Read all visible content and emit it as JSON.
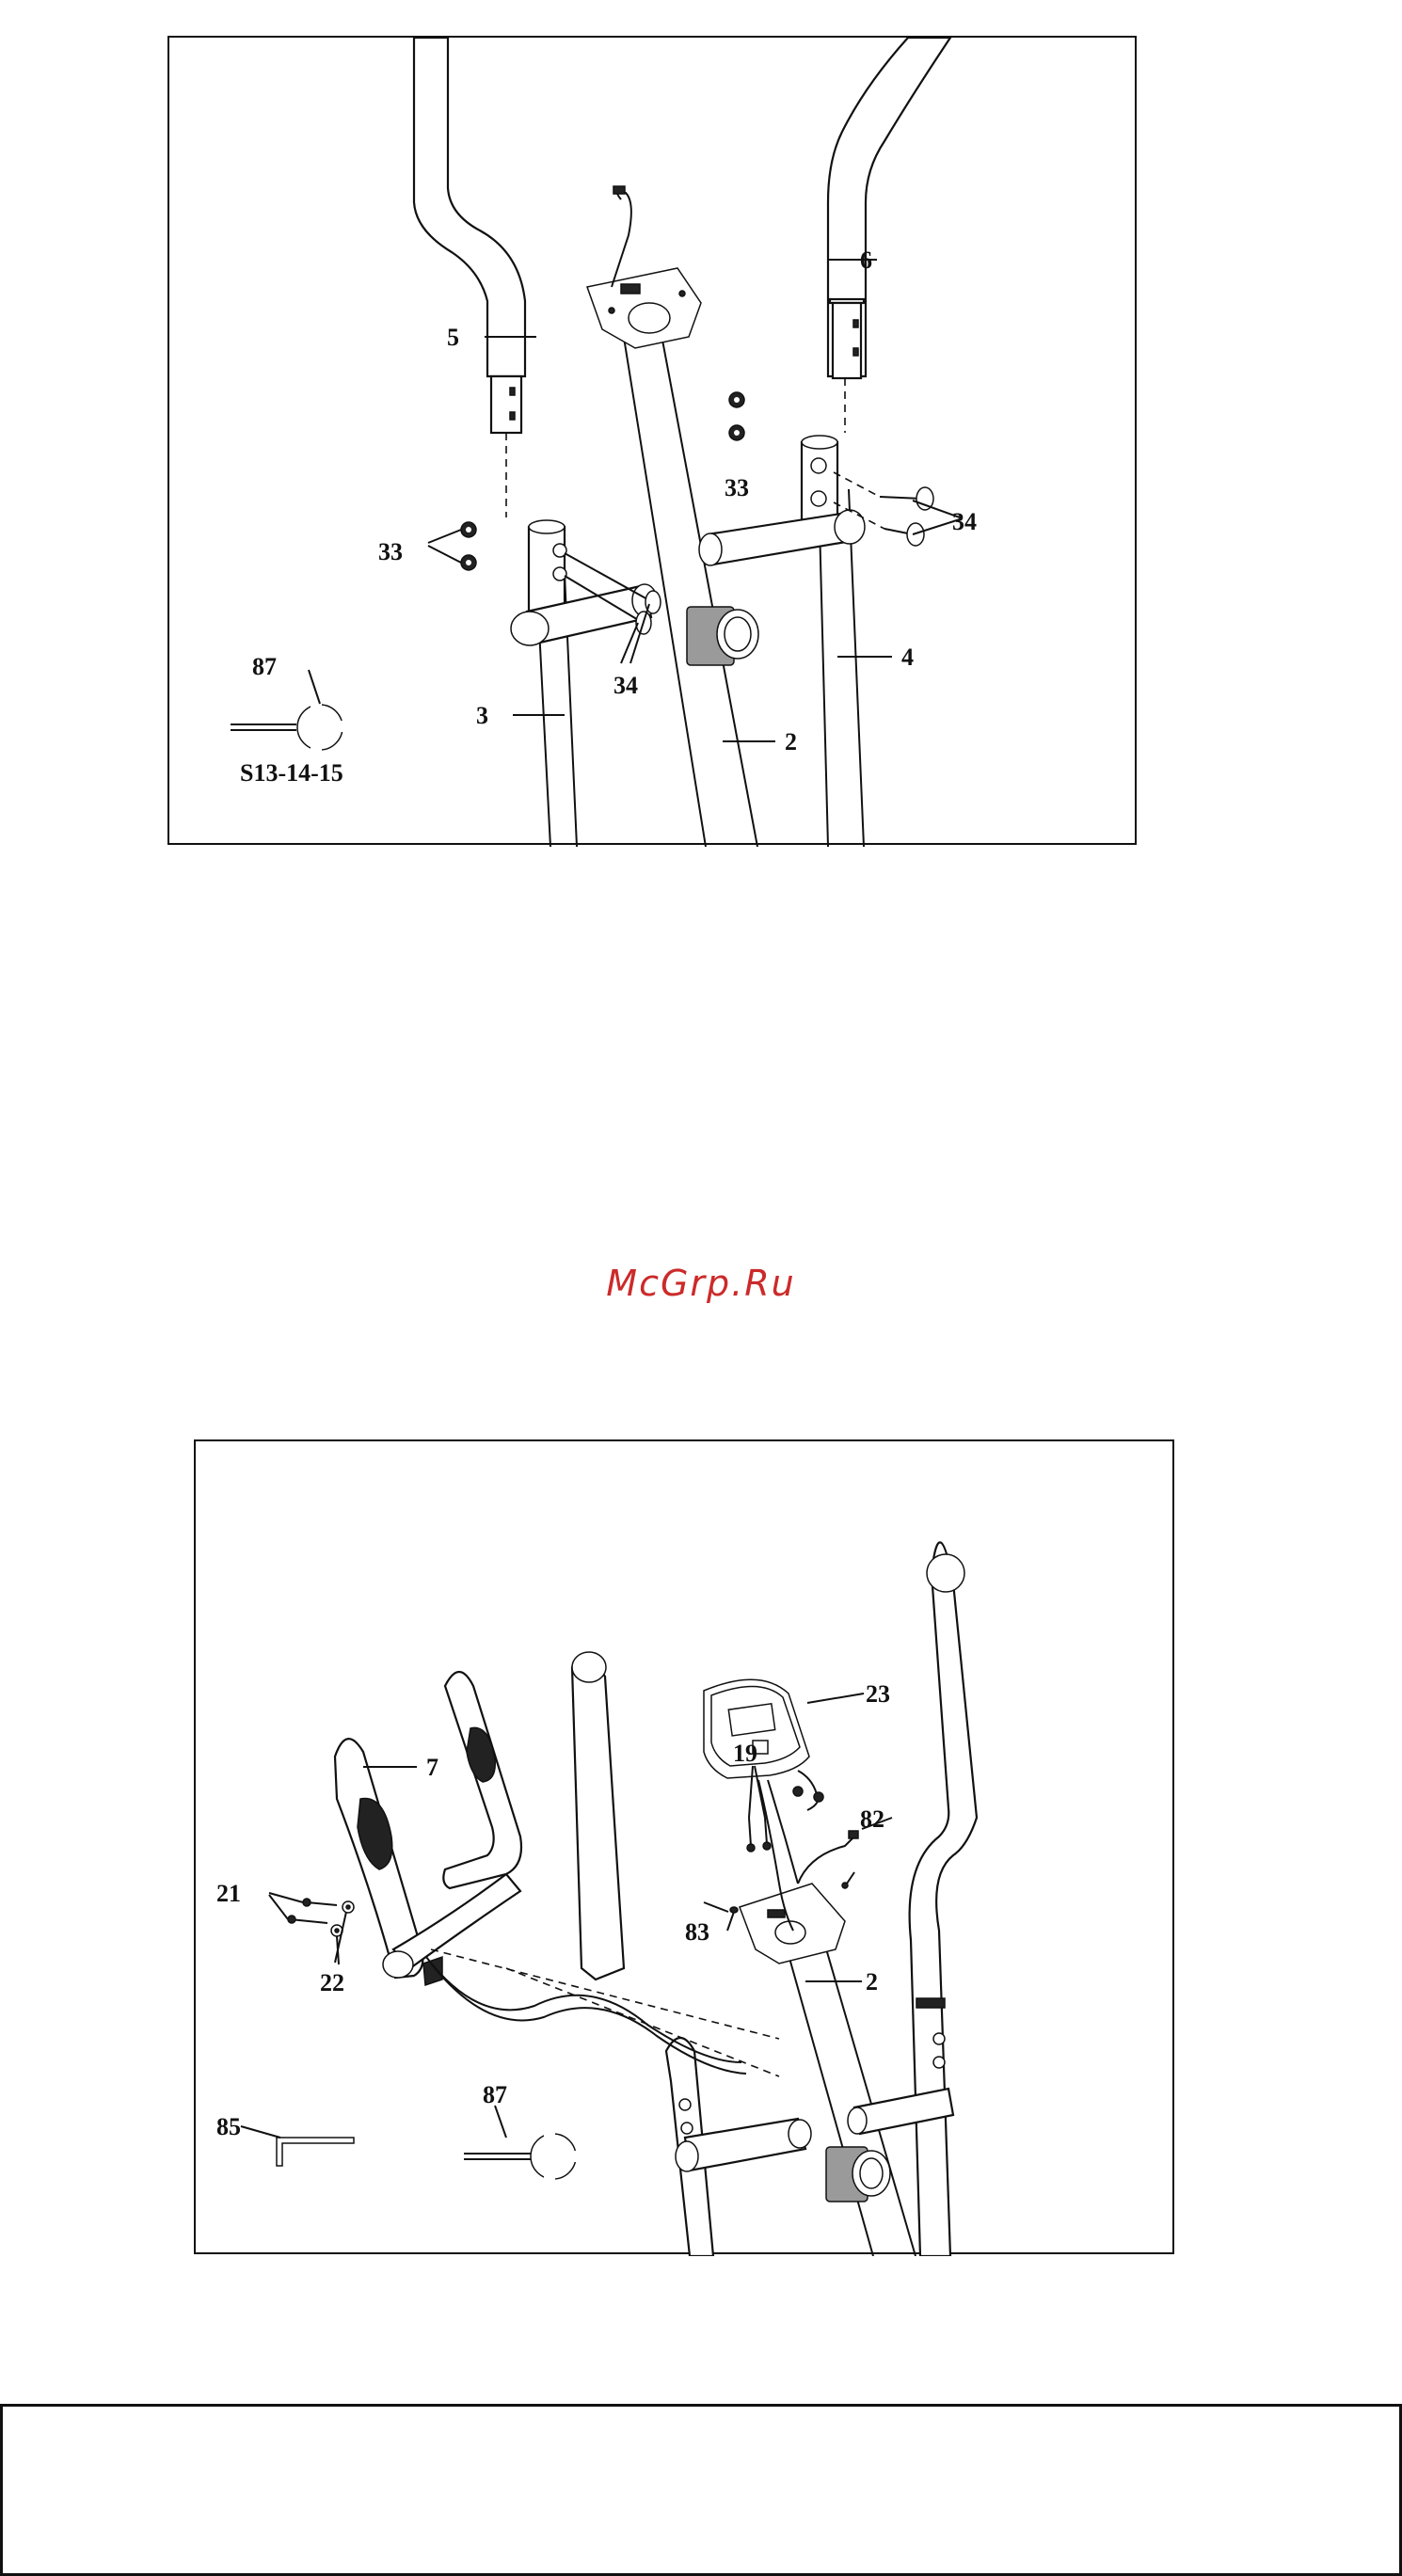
{
  "panel1": {
    "labels": {
      "p5": "5",
      "p6": "6",
      "p33a": "33",
      "p33b": "33",
      "p34a": "34",
      "p34b": "34",
      "p87": "87",
      "tool": "S13-14-15",
      "p3": "3",
      "p2": "2",
      "p4": "4"
    }
  },
  "watermark": "McGrp.Ru",
  "panel2": {
    "labels": {
      "p7": "7",
      "p23": "23",
      "p19": "19",
      "p82": "82",
      "p21": "21",
      "p22": "22",
      "p83": "83",
      "p2": "2",
      "p85": "85",
      "p87": "87"
    }
  }
}
